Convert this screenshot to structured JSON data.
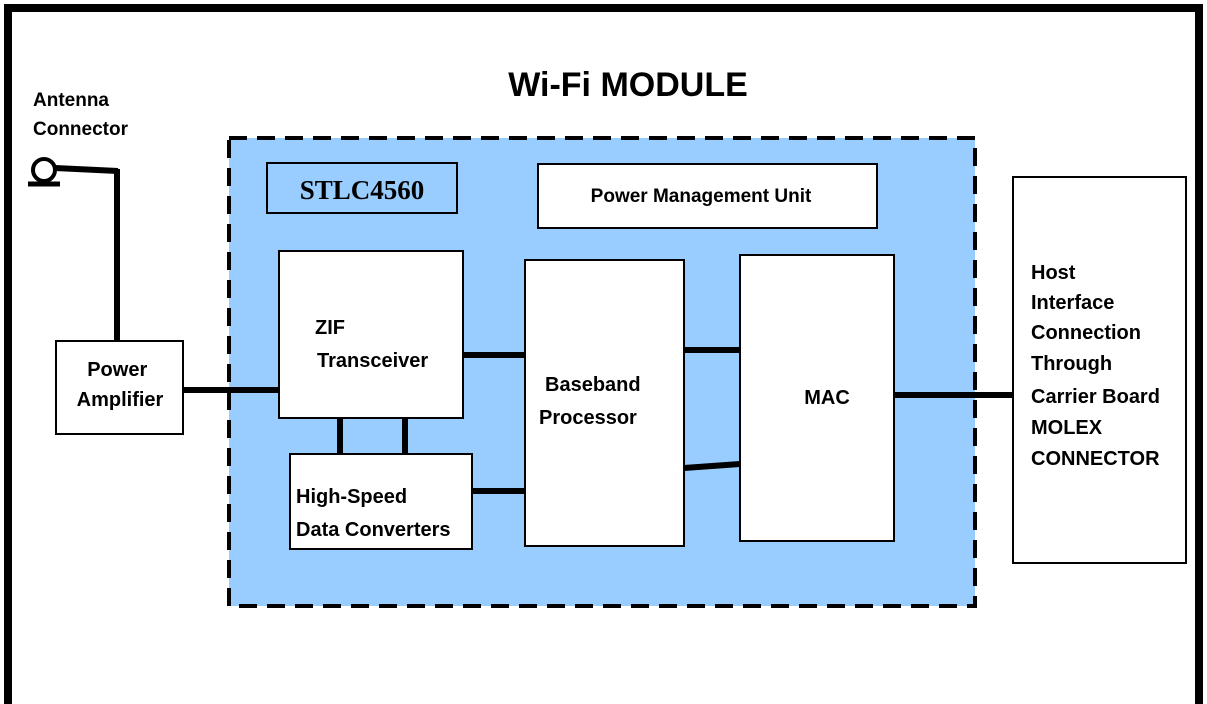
{
  "title": "Wi-Fi MODULE",
  "antenna": {
    "line1": "Antenna",
    "line2": "Connector"
  },
  "chip_label": "STLC4560",
  "power_management": "Power Management Unit",
  "power_amplifier": {
    "line1": "Power",
    "line2": "Amplifier"
  },
  "zif": {
    "line1": "ZIF",
    "line2": "Transceiver"
  },
  "hs_converters": {
    "line1": "High-Speed",
    "line2": "Data Converters"
  },
  "baseband": {
    "line1": "Baseband",
    "line2": "Processor"
  },
  "mac": "MAC",
  "host": [
    "Host",
    "Interface",
    "Connection",
    "Through",
    "Carrier Board",
    "MOLEX",
    "CONNECTOR"
  ],
  "colors": {
    "module_fill": "#99ccff",
    "border": "#000000",
    "block_fill": "#ffffff"
  }
}
